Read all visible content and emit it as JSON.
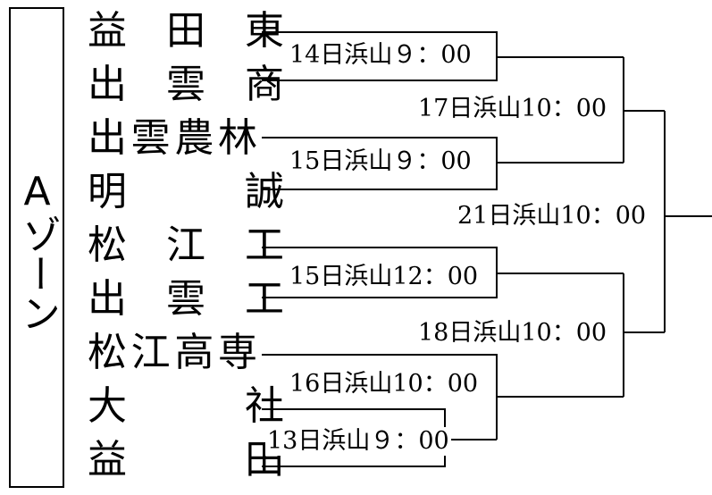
{
  "zone": {
    "label": "Aゾーン"
  },
  "teams": [
    "益　田　東",
    "出　雲　商",
    "出雲農林",
    "明　　　誠",
    "松　江　工",
    "出　雲　工",
    "松江高専",
    "大　　　社",
    "益　　　田"
  ],
  "matches": {
    "m14": "14日浜山９：00",
    "m15a": "15日浜山９：00",
    "m15b": "15日浜山12：00",
    "m16": "16日浜山10：00",
    "m13": "13日浜山９：00",
    "m17": "17日浜山10：00",
    "m18": "18日浜山10：00",
    "m21": "21日浜山10：00"
  },
  "colors": {
    "line": "#000000",
    "text": "#000000",
    "background": "#ffffff"
  }
}
